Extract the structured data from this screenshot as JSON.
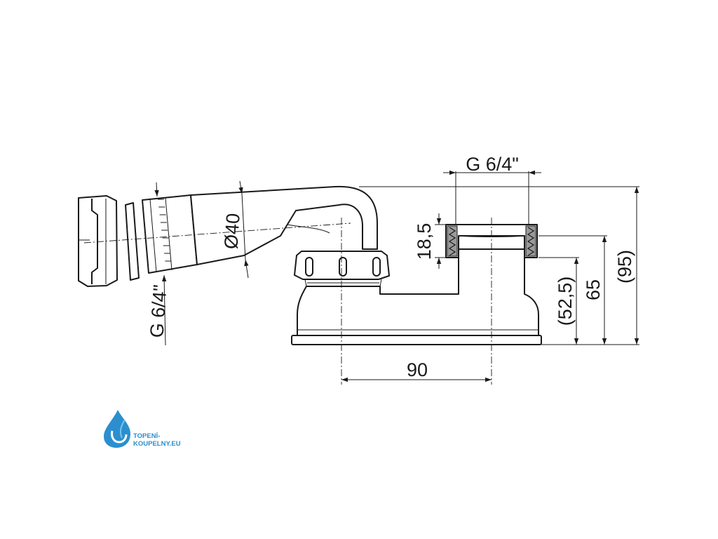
{
  "dimensions": {
    "thread_outlet": "G 6/4\"",
    "thread_inlet": "G 6/4\"",
    "pipe_diameter": "Ø40",
    "thread_height": "18,5",
    "height_inner": "(52,5)",
    "height_mid": "65",
    "height_total": "(95)",
    "width": "90"
  },
  "logo": {
    "line1": "TOPENÍ-",
    "line2": "KOUPELNY.EU",
    "icon": "water-drop-icon",
    "color": "#2b8fcf"
  }
}
